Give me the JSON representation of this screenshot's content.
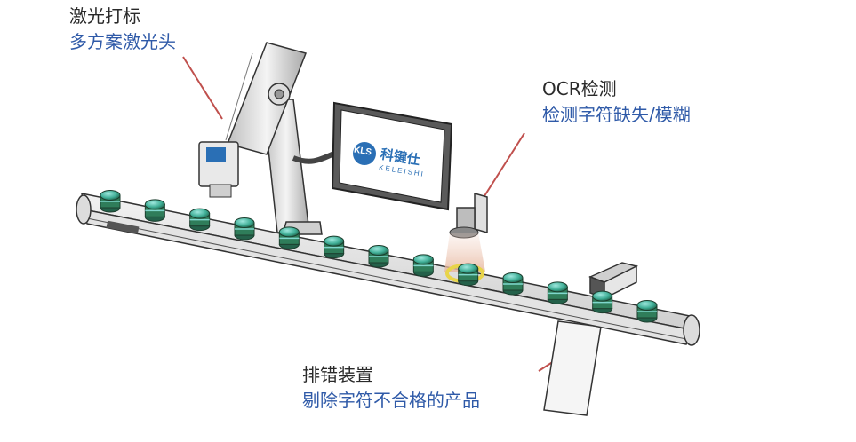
{
  "labels": {
    "laser": {
      "title": "激光打标",
      "subtitle": "多方案激光头"
    },
    "ocr": {
      "title": "OCR检测",
      "subtitle": "检测字符缺失/模糊"
    },
    "reject": {
      "title": "排错装置",
      "subtitle": "剔除字符不合格的产品"
    }
  },
  "monitor": {
    "brand_cn": "科键仕",
    "brand_en": "KELEISHI",
    "logo_text": "KLS"
  },
  "colors": {
    "label_title": "#2a2a2a",
    "label_subtitle": "#2f5aa8",
    "leader_line": "#c0504d",
    "brand_blue": "#2a6fb5",
    "cap_green": "#2f7d5a",
    "bottle_cyan": "#7fd6cc",
    "highlight_yellow": "#e8d44a"
  }
}
